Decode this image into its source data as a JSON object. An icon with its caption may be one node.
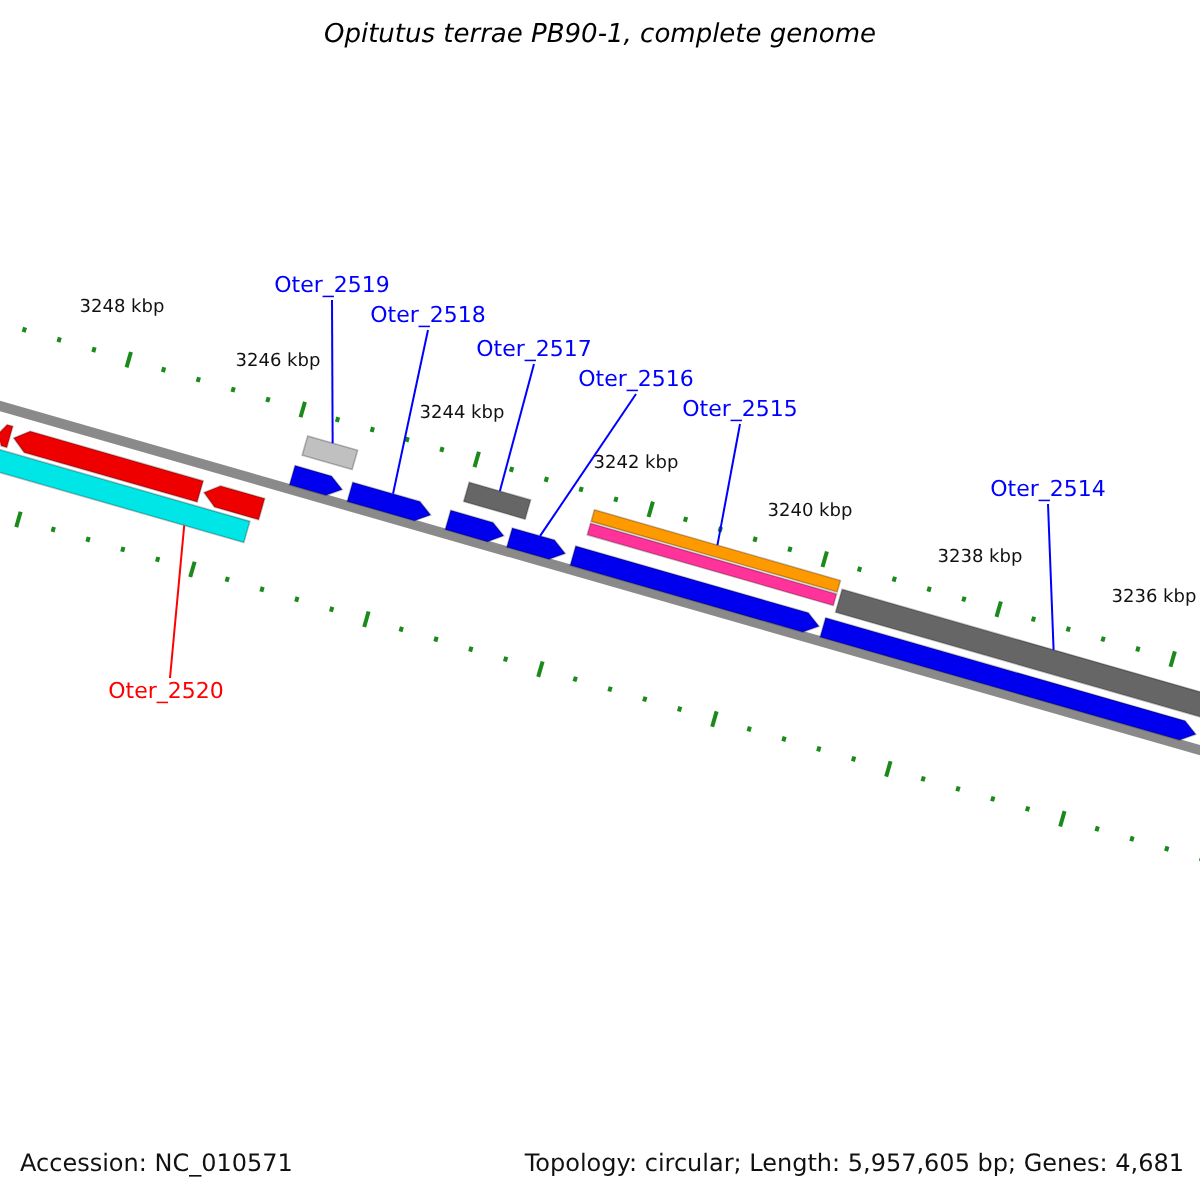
{
  "diagram": {
    "title": "Opitutus terrae PB90-1, complete genome",
    "nodes": [
      {
        "text": [
          "Oter_2519"
        ]
      },
      {
        "text": [
          "Oter_2518"
        ]
      },
      {
        "text": [
          "Oter_2517"
        ]
      },
      {
        "text": [
          "Oter_2516"
        ]
      },
      {
        "text": [
          "Oter_2515"
        ]
      },
      {
        "text": [
          "Oter_2514"
        ]
      },
      {
        "text": [
          "Oter_2520"
        ]
      },
      {
        "text": [],
        "shape": "pentagon"
      },
      {
        "text": [],
        "shape": "pentagon"
      },
      {
        "text": [],
        "shape": "pentagon"
      },
      {
        "text": [],
        "shape": "bar"
      },
      {
        "text": [],
        "shape": "pentagon"
      },
      {
        "text": [],
        "shape": "bar"
      },
      {
        "text": [],
        "shape": "pentagon"
      },
      {
        "text": [],
        "shape": "pentagon"
      },
      {
        "text": [],
        "shape": "bar"
      },
      {
        "text": [],
        "shape": "pentagon"
      },
      {
        "text": [],
        "shape": "bar"
      },
      {
        "text": [],
        "shape": "bar"
      },
      {
        "text": [],
        "shape": "pentagon"
      },
      {
        "text": [],
        "shape": "bar"
      },
      {
        "text": [],
        "shape": "pentagon"
      }
    ],
    "edges": [
      {
        "from": 0,
        "to": 12,
        "arrow": "none"
      },
      {
        "from": 1,
        "to": 13,
        "arrow": "none"
      },
      {
        "from": 2,
        "to": 15,
        "arrow": "none"
      },
      {
        "from": 3,
        "to": 16,
        "arrow": "none"
      },
      {
        "from": 4,
        "to": 17,
        "arrow": "none"
      },
      {
        "from": 5,
        "to": 20,
        "arrow": "none"
      },
      {
        "from": 6,
        "to": 10,
        "arrow": "none",
        "color": "#ff0000"
      }
    ],
    "labels": [
      "3248 kbp",
      "3246 kbp",
      "3244 kbp",
      "3242 kbp",
      "3240 kbp",
      "3238 kbp",
      "3236 kbp",
      "Accession: NC_010571",
      "Topology: circular; Length: 5,957,605 bp; Genes: 4,681"
    ]
  }
}
